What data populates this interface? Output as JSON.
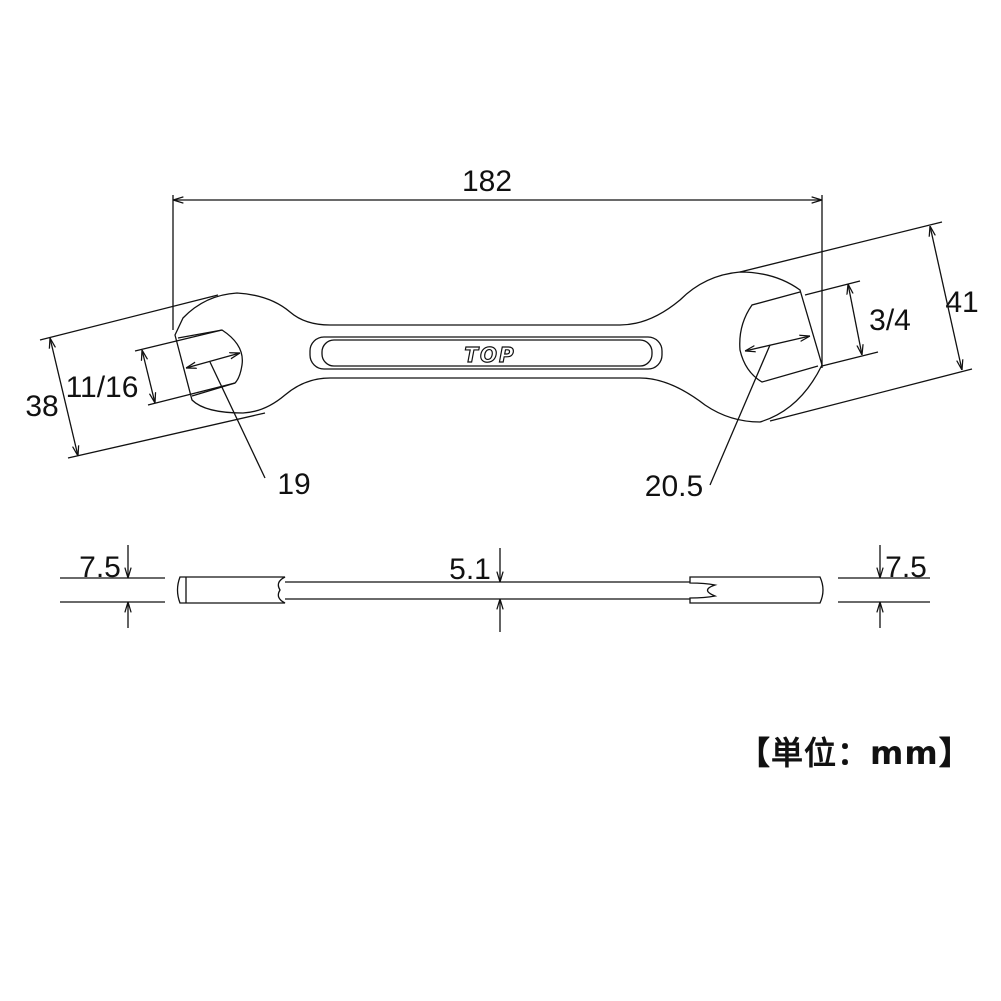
{
  "top_view": {
    "overall_length": "182",
    "left_head_width": "38",
    "left_opening_inch": "11/16",
    "left_opening_mm": "19",
    "right_head_width": "41",
    "right_opening_inch": "3/4",
    "right_opening_mm": "20.5",
    "brand_logo": "TOP"
  },
  "side_view": {
    "left_thickness": "7.5",
    "middle_thickness": "5.1",
    "right_thickness": "7.5"
  },
  "unit_label": "【単位：mm】",
  "colors": {
    "line": "#111111",
    "background": "#ffffff"
  }
}
